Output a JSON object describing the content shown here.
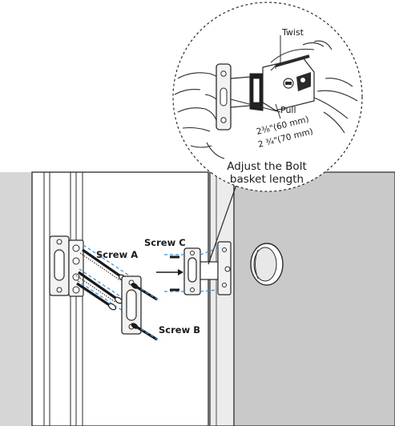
{
  "labels": {
    "twist": "Twist",
    "pull": "Pull",
    "dim_60": "2³⁄₈\"(60 mm)",
    "dim_70": "2 ³⁄₄\"(70 mm)",
    "adjust_line1": "Adjust the Bolt",
    "adjust_line2": "basket length",
    "screw_a": "Screw A",
    "screw_b": "Screw B",
    "screw_c": "Screw C"
  },
  "colors": {
    "wall": "#d4d4d4",
    "door_face": "#ffffff",
    "door_edge": "#e6e6e6",
    "dash_guides": "#3b8fd9",
    "outline": "#2a2a2a",
    "plate": "#f2f2f2"
  }
}
